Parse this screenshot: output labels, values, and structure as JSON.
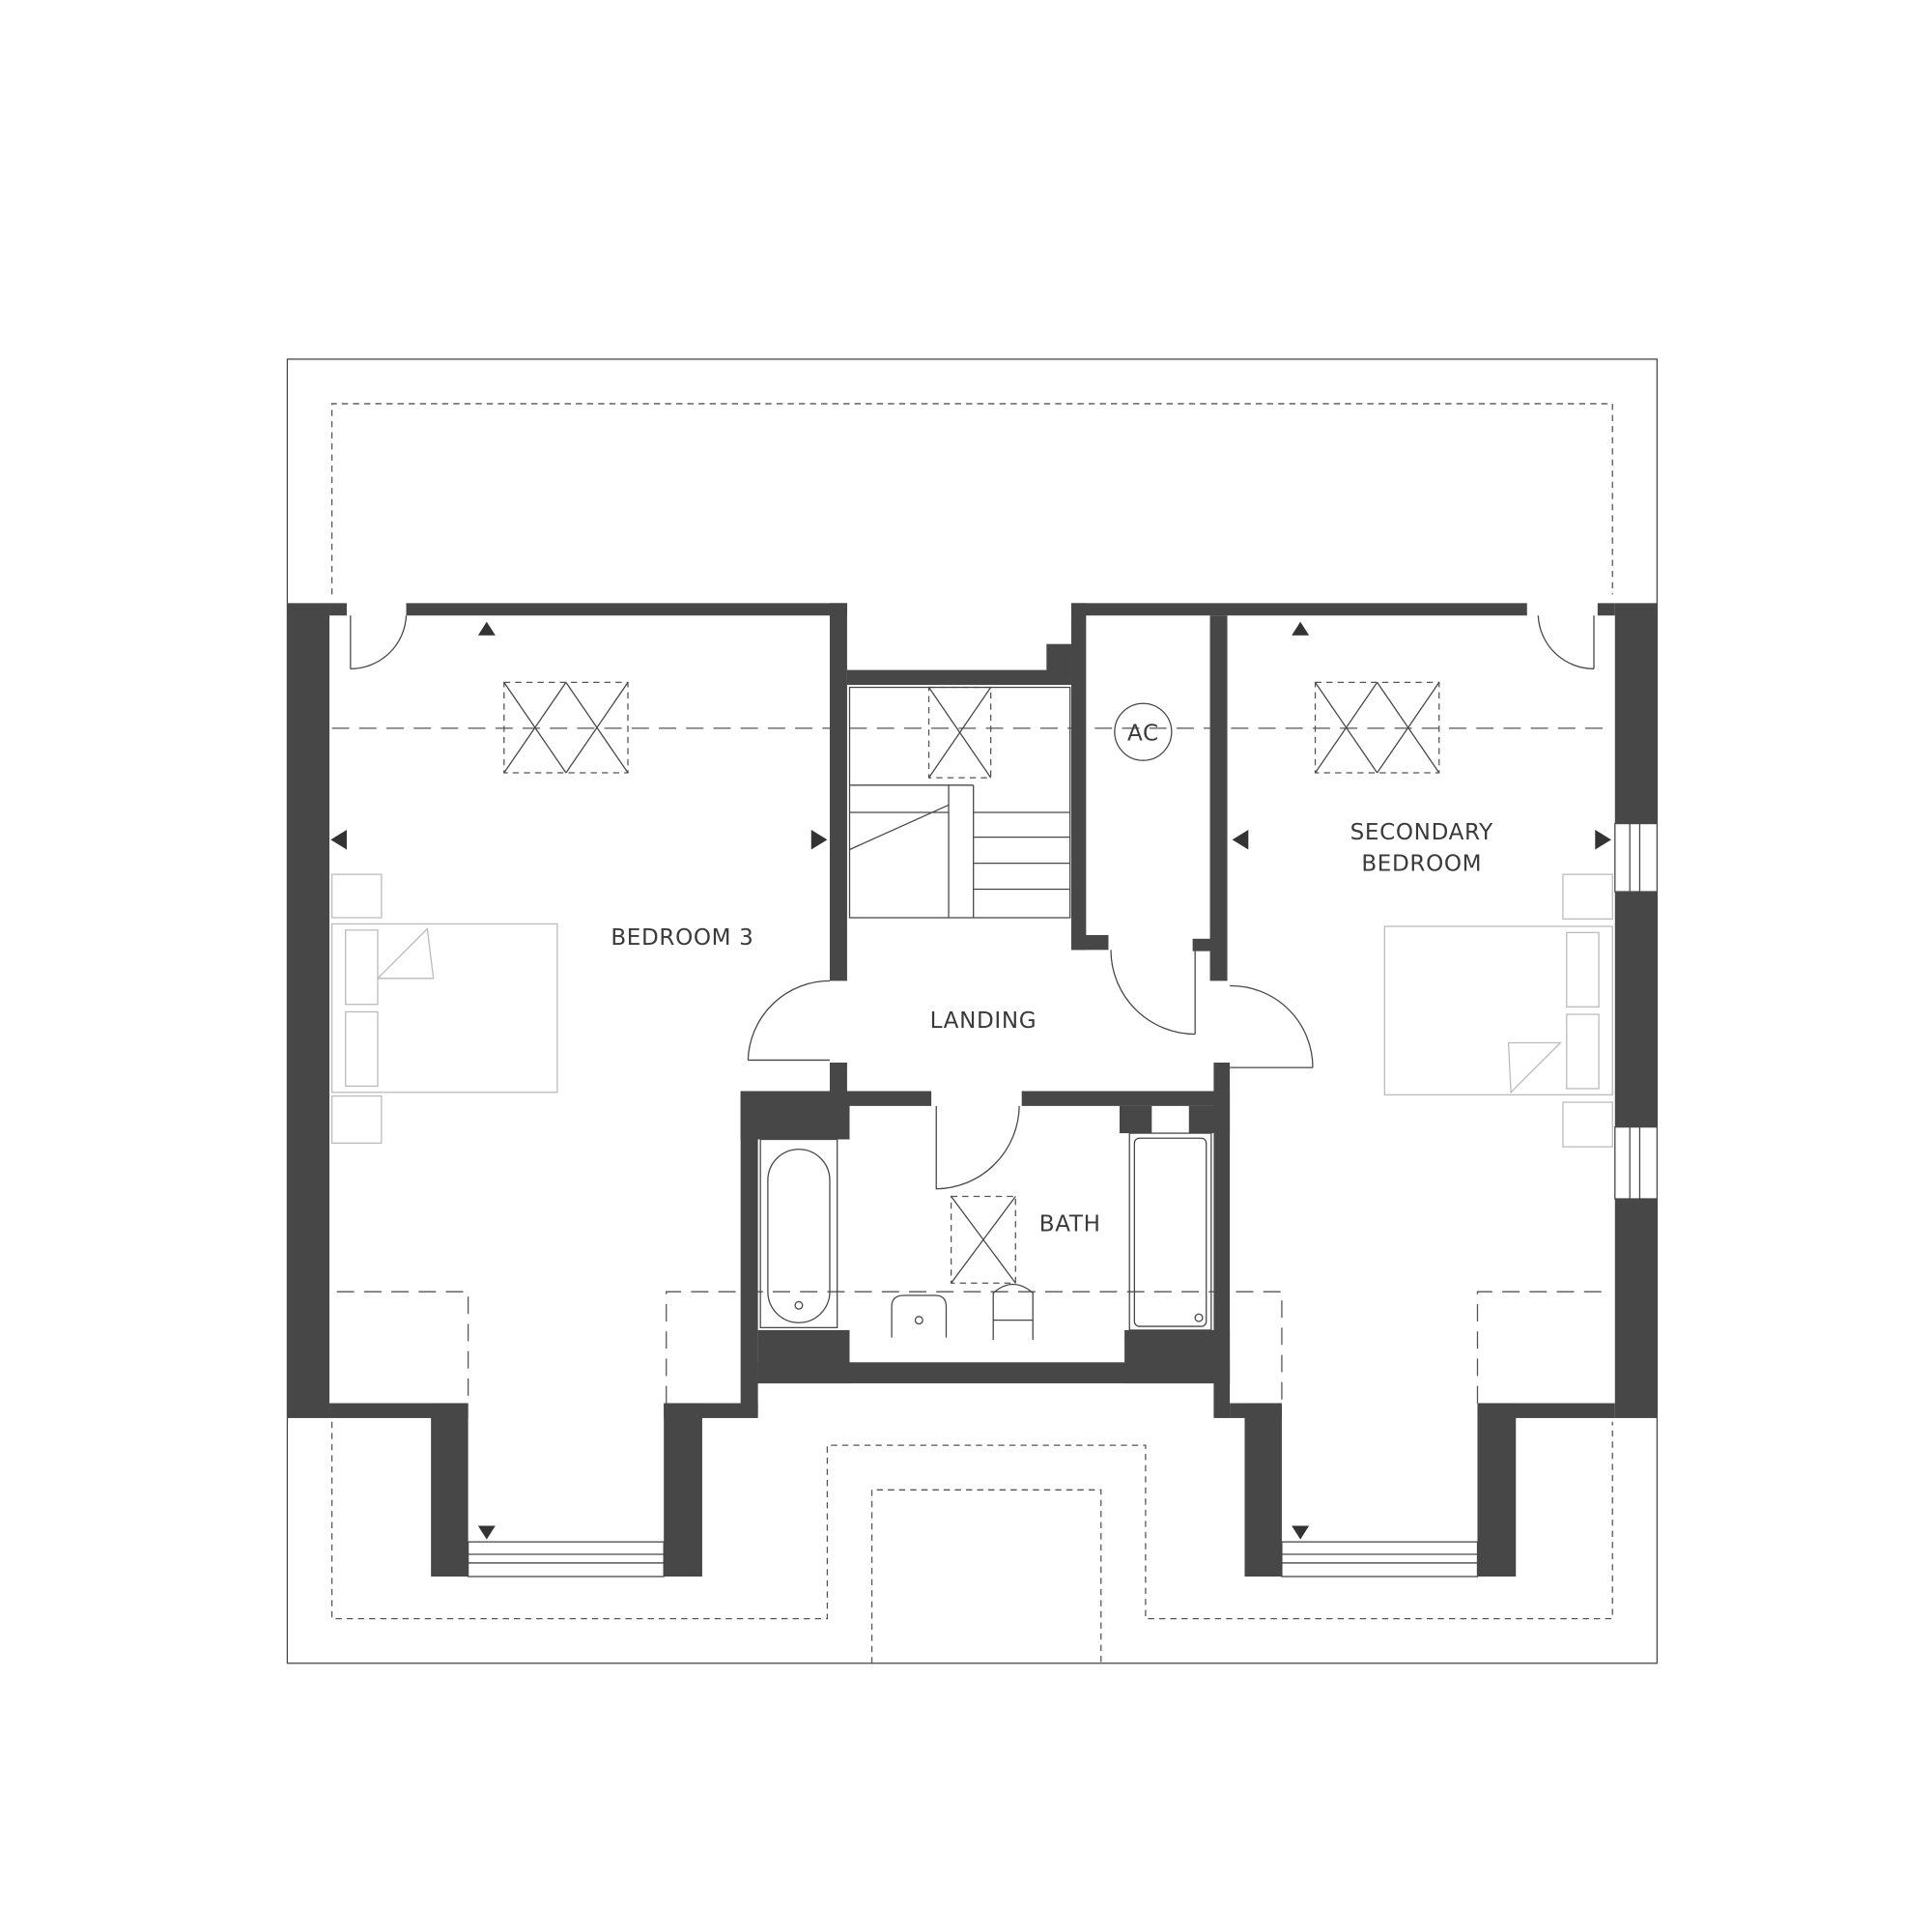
{
  "plan": {
    "rooms": {
      "bedroom3": "BEDROOM 3",
      "landing": "LANDING",
      "secondary_line1": "SECONDARY",
      "secondary_line2": "BEDROOM",
      "bath": "BATH",
      "ac": "AC"
    },
    "colors": {
      "wall": "#474747",
      "line": "#555555",
      "furniture": "#bbbbbb"
    }
  }
}
